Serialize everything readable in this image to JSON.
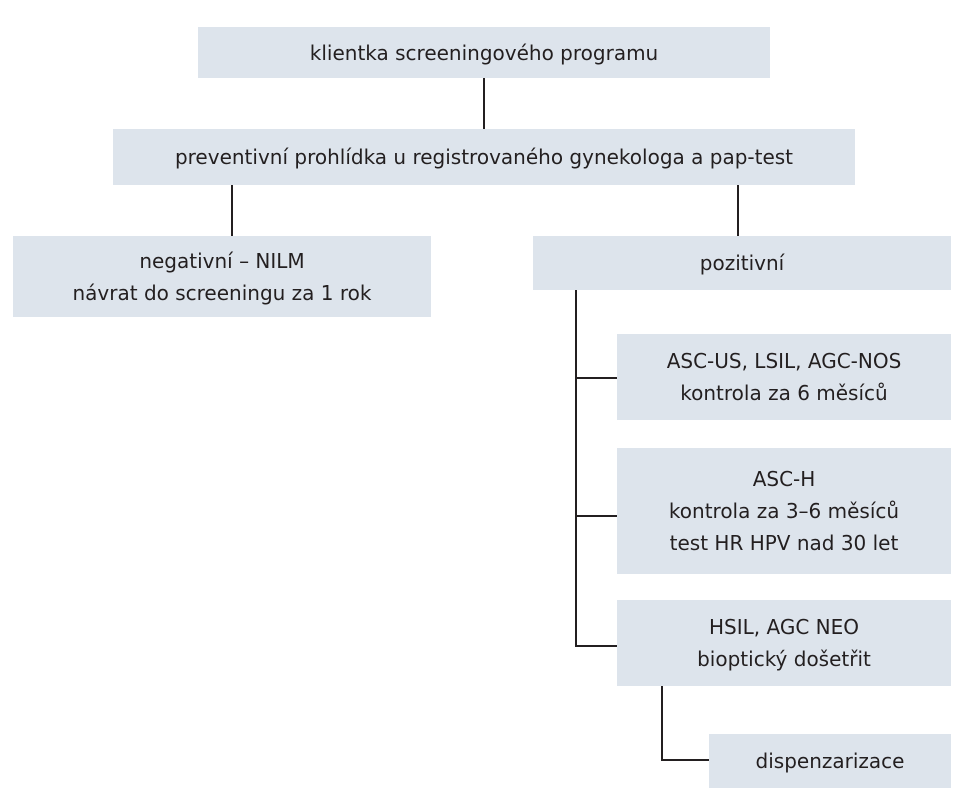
{
  "colors": {
    "box_fill": "#dde4ec",
    "line": "#231f20",
    "text": "#231f20"
  },
  "nodes": {
    "client": {
      "lines": [
        "klientka screeningového programu"
      ]
    },
    "exam": {
      "lines": [
        "preventivní prohlídka u registrovaného gynekologa a pap-test"
      ]
    },
    "negative": {
      "lines": [
        "negativní – NILM",
        "návrat do screeningu za 1 rok"
      ]
    },
    "positive": {
      "lines": [
        "pozitivní"
      ]
    },
    "ascus": {
      "lines": [
        "ASC-US, LSIL, AGC-NOS",
        "kontrola za 6 měsíců"
      ]
    },
    "asch": {
      "lines": [
        "ASC-H",
        "kontrola za 3–6 měsíců",
        "test HR HPV nad 30 let"
      ]
    },
    "hsil": {
      "lines": [
        "HSIL, AGC NEO",
        "bioptický došetřit"
      ]
    },
    "dispenz": {
      "lines": [
        "dispenzarizace"
      ]
    }
  }
}
